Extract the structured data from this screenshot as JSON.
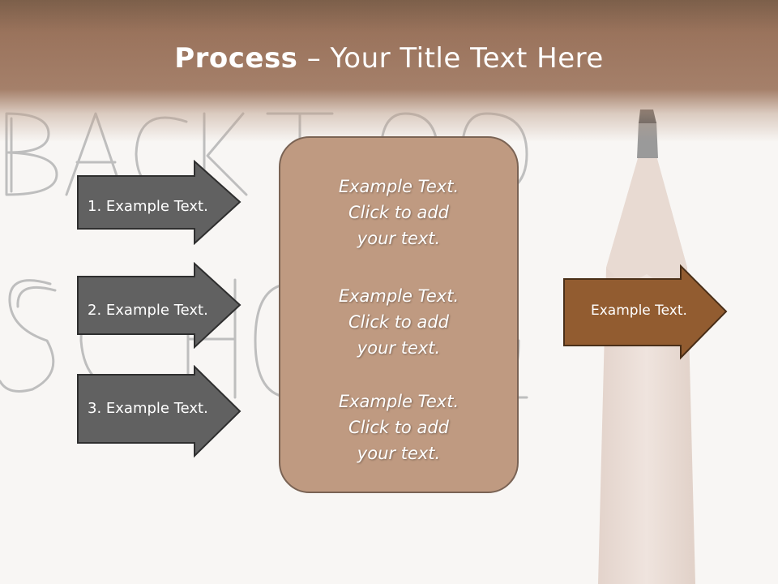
{
  "slide": {
    "title_bold": "Process",
    "title_rest": " – Your Title Text Here"
  },
  "left_arrows": [
    {
      "label": "1. Example Text."
    },
    {
      "label": "2. Example Text."
    },
    {
      "label": "3. Example Text."
    }
  ],
  "center_box": {
    "blocks": [
      {
        "lines": [
          "Example Text.",
          "Click  to add",
          "your text."
        ]
      },
      {
        "lines": [
          "Example Text.",
          "Click  to add",
          "your text."
        ]
      },
      {
        "lines": [
          "Example Text.",
          "Click  to add",
          "your text."
        ]
      }
    ]
  },
  "right_arrow": {
    "label": "Example Text."
  },
  "background": {
    "sketch_text": "BACK TO SCHOOL"
  },
  "colors": {
    "header": "#a5806a",
    "left_arrow_fill": "#616161",
    "center_box_fill": "#bf9a81",
    "right_arrow_fill": "#925c30"
  }
}
